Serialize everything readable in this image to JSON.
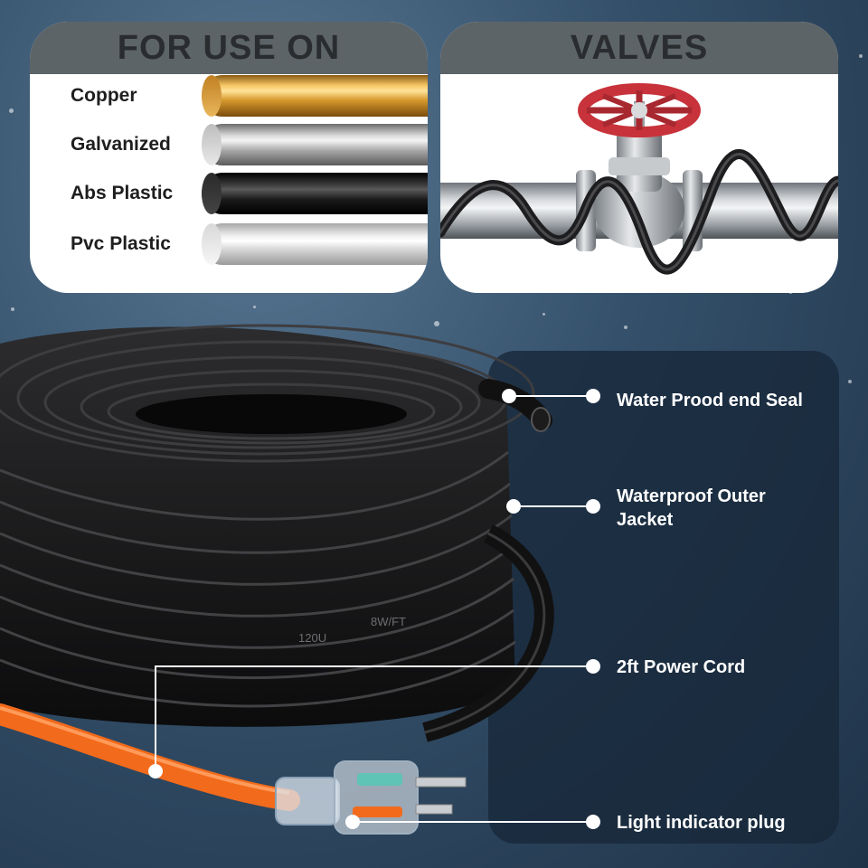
{
  "left_panel": {
    "title": "FOR USE ON",
    "materials": [
      {
        "label": "Copper",
        "icon": "copper-pipe-icon"
      },
      {
        "label": "Galvanized",
        "icon": "galvanized-pipe-icon"
      },
      {
        "label": "Abs Plastic",
        "icon": "abs-plastic-pipe-icon"
      },
      {
        "label": "Pvc Plastic",
        "icon": "pvc-plastic-pipe-icon"
      }
    ]
  },
  "right_panel": {
    "title": "VALVES",
    "illustration": "valve-with-heat-cable-icon"
  },
  "callouts": {
    "seal": "Water Prood end Seal",
    "jacket": "Waterproof Outer Jacket",
    "cord": "2ft Power Cord",
    "plug": "Light indicator plug"
  },
  "cable_print": {
    "voltage": "120U",
    "wattage": "8W/FT"
  },
  "colors": {
    "panel_header": "#5d6467",
    "accent_cord": "#f26a1b",
    "valve_wheel": "#c8323a",
    "background": "#34506a"
  }
}
